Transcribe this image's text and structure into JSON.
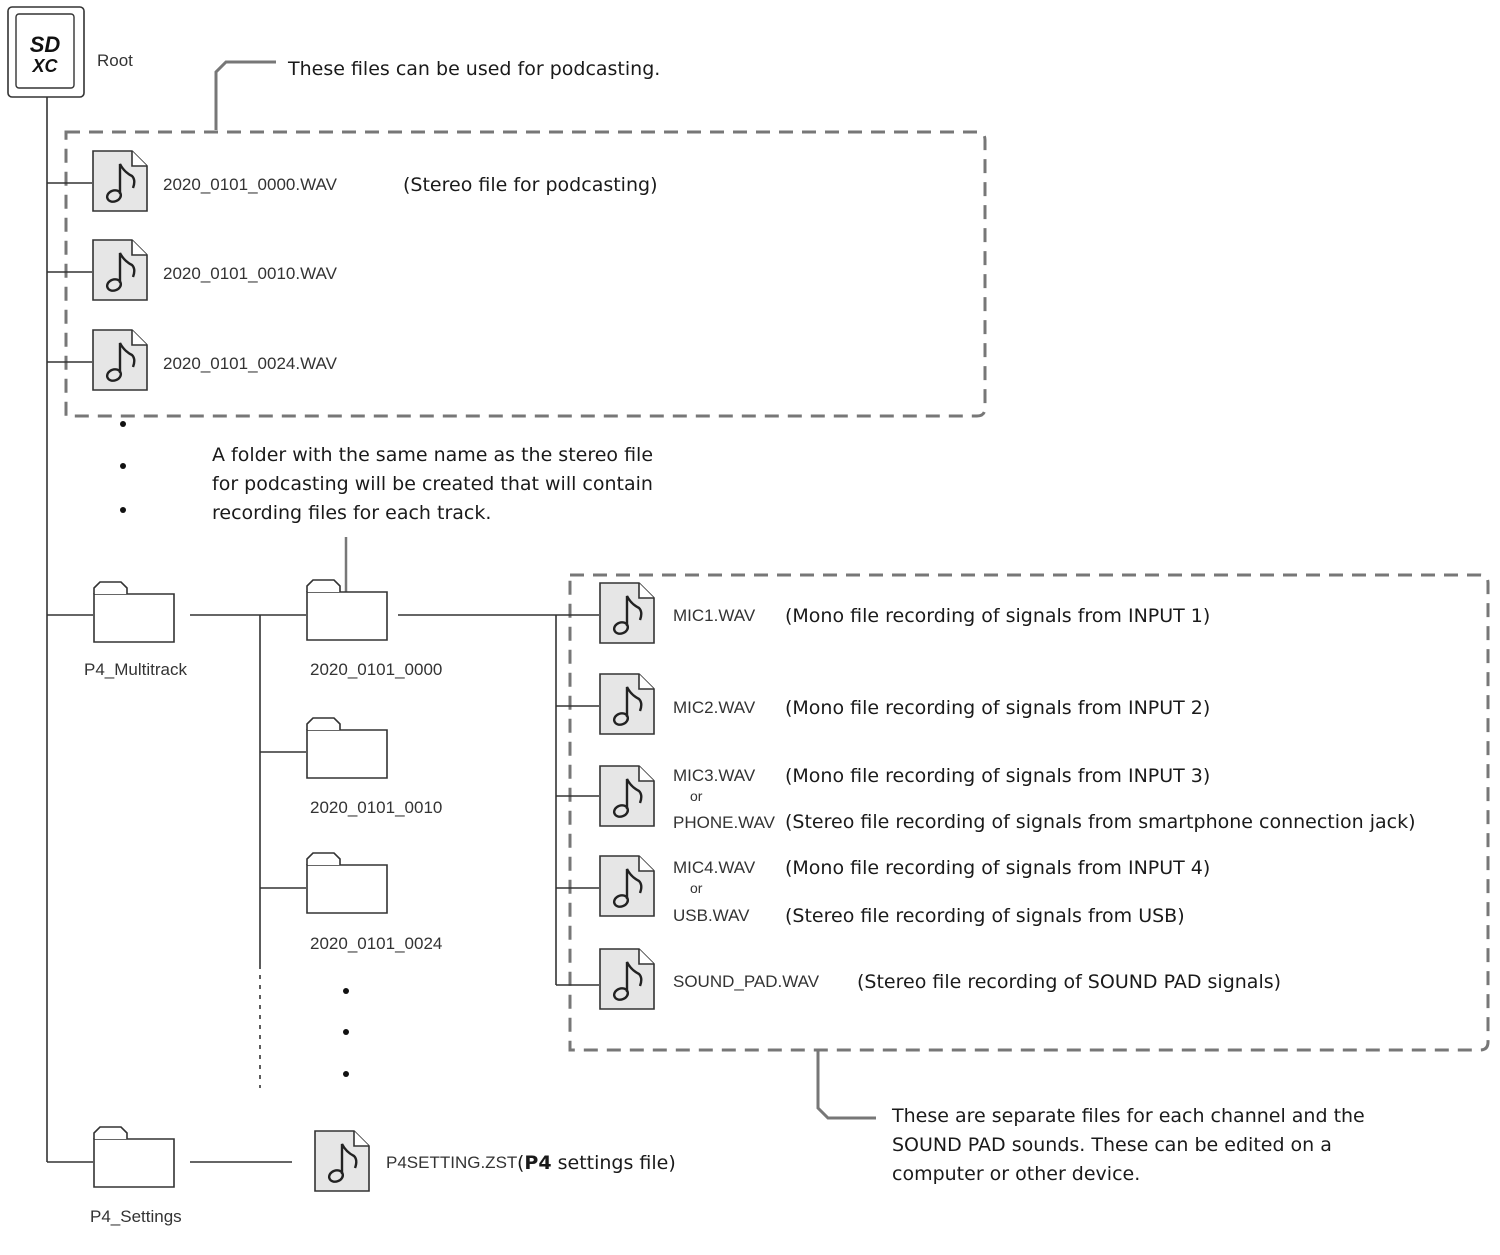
{
  "root": {
    "label": "Root",
    "icon": "sd-card-icon"
  },
  "callouts": {
    "podcast": "These files can be used for podcasting.",
    "folder_lines": [
      "A folder with the same name as the stereo file",
      "for podcasting will be created that will contain",
      "recording files for each track."
    ],
    "separate_lines": [
      "These are separate files for each channel and the",
      "SOUND PAD sounds. These can be edited on a",
      "computer or other device."
    ]
  },
  "root_files": [
    {
      "name": "2020_0101_0000.WAV",
      "desc": "(Stereo file for podcasting)",
      "icon": "audio-file-icon"
    },
    {
      "name": "2020_0101_0010.WAV",
      "desc": "",
      "icon": "audio-file-icon"
    },
    {
      "name": "2020_0101_0024.WAV",
      "desc": "",
      "icon": "audio-file-icon"
    }
  ],
  "folders": {
    "multitrack": "P4_Multitrack",
    "settings": "P4_Settings",
    "subfolders": [
      "2020_0101_0000",
      "2020_0101_0010",
      "2020_0101_0024"
    ]
  },
  "track_files": [
    {
      "name": "MIC1.WAV",
      "desc": "(Mono file recording of signals from INPUT 1)"
    },
    {
      "name": "MIC2.WAV",
      "desc": "(Mono file recording of signals from INPUT 2)"
    },
    {
      "name": "MIC3.WAV",
      "desc": "(Mono file recording of signals from INPUT 3)",
      "or": "or",
      "alt_name": "PHONE.WAV",
      "alt_desc": "(Stereo file recording of signals from smartphone connection jack)"
    },
    {
      "name": "MIC4.WAV",
      "desc": "(Mono file recording of signals from INPUT 4)",
      "or": "or",
      "alt_name": "USB.WAV",
      "alt_desc": "(Stereo file recording of signals from USB)"
    },
    {
      "name": "SOUND_PAD.WAV",
      "desc": "(Stereo file recording of SOUND PAD signals)"
    }
  ],
  "settings_file": {
    "name": "P4SETTING.ZST",
    "desc_open": "(",
    "desc_bold": "P4",
    "desc_rest": " settings file)"
  },
  "colors": {
    "dash": "#777777",
    "line": "#333333",
    "file_fill": "#e6e6e6"
  }
}
